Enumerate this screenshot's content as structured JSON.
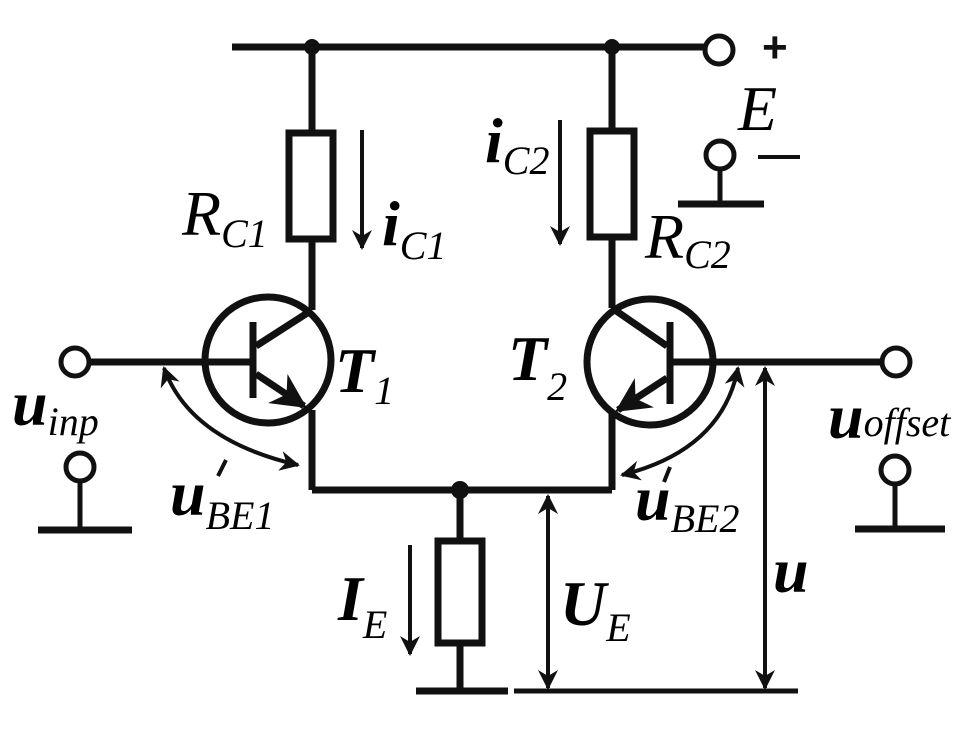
{
  "diagram": {
    "title": "Differential amplifier (long-tailed pair) with two NPN transistors",
    "labels": {
      "supply_E": "E",
      "supply_plus": "+",
      "supply_minus": "−",
      "rc1_main": "R",
      "rc1_sub": "C1",
      "rc2_main": "R",
      "rc2_sub": "C2",
      "ic1_main": "i",
      "ic1_sub": "C1",
      "ic2_main": "i",
      "ic2_sub": "C2",
      "t1_main": "T",
      "t1_sub": "1",
      "t2_main": "T",
      "t2_sub": "2",
      "uinp_main": "u",
      "uinp_sub": "inp",
      "uoffset_main": "u",
      "uoffset_sub": "offset",
      "ube1_main": "u",
      "ube1_sub": "BE1",
      "ube2_main": "u",
      "ube2_sub": "BE2",
      "ie_main": "I",
      "ie_sub": "E",
      "ue_main": "U",
      "ue_sub": "E",
      "u_main": "u"
    },
    "components": [
      {
        "id": "RC1",
        "type": "resistor"
      },
      {
        "id": "RC2",
        "type": "resistor"
      },
      {
        "id": "RE",
        "type": "resistor"
      },
      {
        "id": "T1",
        "type": "npn-transistor"
      },
      {
        "id": "T2",
        "type": "npn-transistor"
      }
    ]
  }
}
